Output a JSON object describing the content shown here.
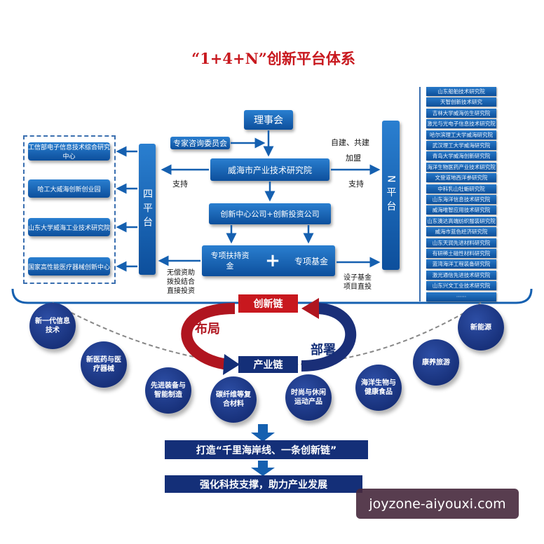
{
  "title": "“1+4+N”创新平台体系",
  "center": {
    "council": "理事会",
    "expert": "专家咨询委员会",
    "institute": "威海市产业技术研究院",
    "company": "创新中心公司+创新投资公司",
    "fund_support": "专项扶持资金",
    "plus": "+",
    "fund_special": "专项基金"
  },
  "four_platform": "四平台",
  "n_platform": "N平台",
  "left_items": [
    "工信部电子信息技术综合研究中心",
    "哈工大威海创新创业园",
    "山东大学威海工业技术研究院",
    "国家高性能医疗器械创新中心"
  ],
  "right_items": [
    "山东船舶技术研究院",
    "天智创新技术研究",
    "吉林大学威海仿生研究院",
    "激光与光电子信息技术研究院",
    "哈尔滨理工大学威海研究院",
    "武汉理工大学威海研究院",
    "青岛大学威海创新研究院",
    "海洋生物医药产业技术研究院",
    "文登道地西洋参研究院",
    "中科乳山牡蛎研究院",
    "山东海洋信息技术研究院",
    "威海唯智应用技术研究院",
    "山东澳达高端纺织服装研究院",
    "威海市蓝色经济研究院",
    "山东天润先进材料研究院",
    "有研稀土磁性材料研究院",
    "蓝湾海洋工程装备研究院",
    "激光通信先进技术研究院",
    "山东兴文工业技术研究院",
    "······"
  ],
  "labels": {
    "support_left": "支持",
    "support_right": "支持",
    "build": "自建、共建",
    "join": "加盟",
    "funding": [
      "无偿资助",
      "拨投结合",
      "直接投资"
    ],
    "subfund": [
      "设子基金",
      "项目直投"
    ]
  },
  "innovation_chain": "创新链",
  "industry_chain": "产业链",
  "layout": "布局",
  "deploy": "部署",
  "industries": [
    "新一代信息技术",
    "新医药与医疗器械",
    "先进装备与智能制造",
    "碳纤维等复合材料",
    "时尚与休闲运动产品",
    "海洋生物与健康食品",
    "康养旅游",
    "新能源"
  ],
  "banner1": "打造“千里海岸线、一条创新链”",
  "banner2": "强化科技支撑，助力产业发展",
  "watermark": "joyzone-aiyouxi.com",
  "colors": {
    "blue": "#1560b0",
    "navy": "#142f78",
    "red": "#c8181e"
  }
}
